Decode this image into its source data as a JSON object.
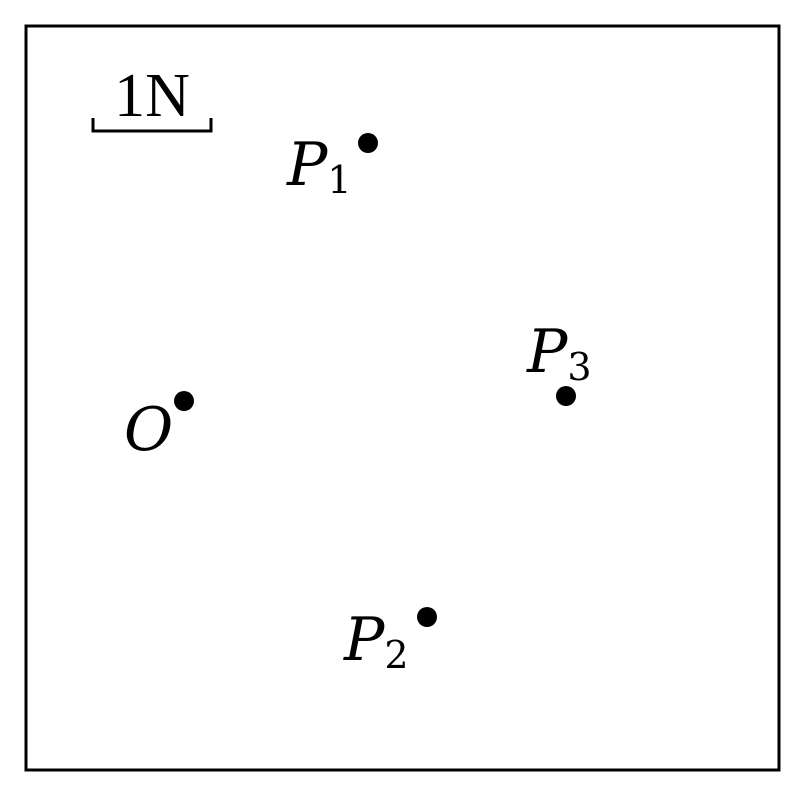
{
  "scale_bar": {
    "label": "1N"
  },
  "points": {
    "O": {
      "label": "O",
      "subscript": ""
    },
    "P1": {
      "label": "P",
      "subscript": "1"
    },
    "P2": {
      "label": "P",
      "subscript": "2"
    },
    "P3": {
      "label": "P",
      "subscript": "3"
    }
  },
  "colors": {
    "ink": "#000000",
    "background": "#ffffff"
  }
}
